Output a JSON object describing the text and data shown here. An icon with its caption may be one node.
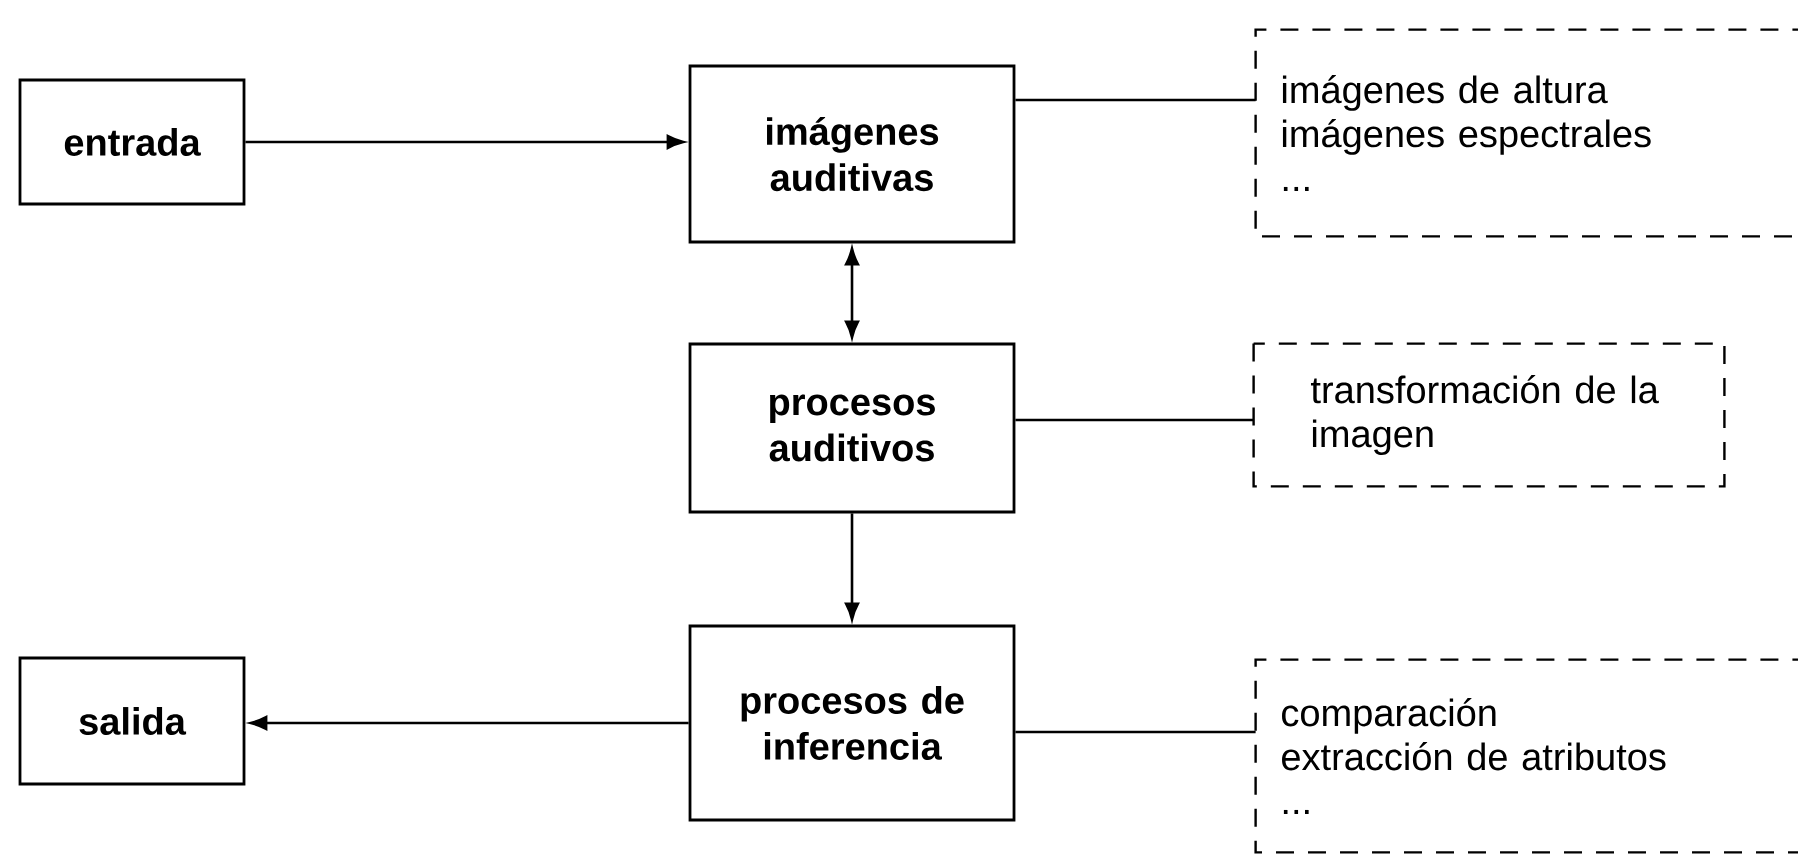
{
  "diagram": {
    "nodes": [
      {
        "text": [
          "entrada"
        ]
      },
      {
        "text": [
          "imágenes auditivas"
        ]
      },
      {
        "text": [
          "imágenes de altura",
          "imágenes espectrales",
          "..."
        ]
      },
      {
        "text": [
          "procesos auditivos"
        ]
      },
      {
        "text": [
          "transformación de la imagen"
        ]
      },
      {
        "text": [
          "salida"
        ]
      },
      {
        "text": [
          "procesos de inferencia"
        ]
      },
      {
        "text": [
          "comparación",
          "extracción de atributos",
          "..."
        ]
      }
    ],
    "edges": [
      {
        "from": 0,
        "to": 1,
        "arrow": "to"
      },
      {
        "from": 1,
        "to": 2,
        "arrow": "none"
      },
      {
        "from": 1,
        "to": 3,
        "arrow": "both"
      },
      {
        "from": 3,
        "to": 4,
        "arrow": "none"
      },
      {
        "from": 3,
        "to": 6,
        "arrow": "to"
      },
      {
        "from": 6,
        "to": 7,
        "arrow": "none"
      },
      {
        "from": 6,
        "to": 5,
        "arrow": "to"
      }
    ]
  }
}
